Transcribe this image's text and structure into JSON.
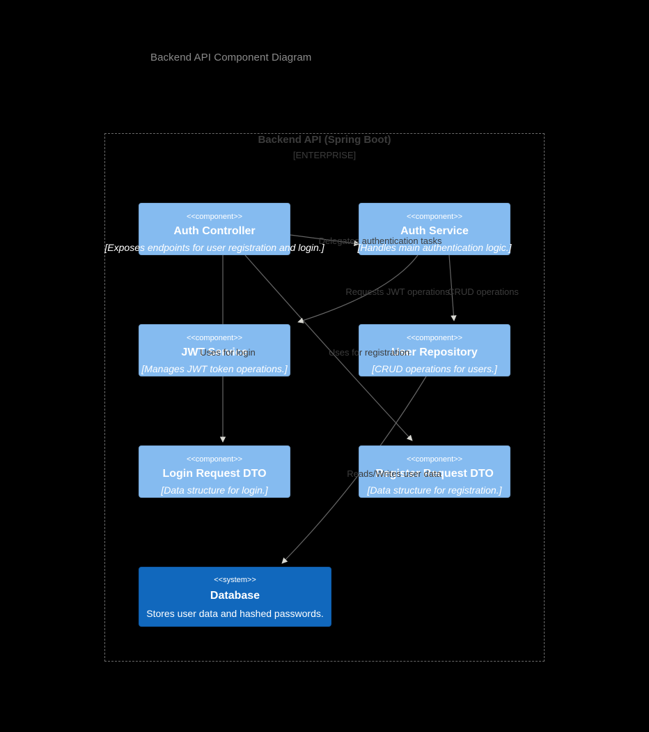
{
  "diagram": {
    "title": "Backend API Component Diagram",
    "boundary": {
      "title": "Backend API (Spring Boot)",
      "subtitle": "[ENTERPRISE]"
    },
    "colors": {
      "component_fill": "#85bbf0",
      "system_fill": "#1168bd",
      "node_text": "#ffffff",
      "edge_stroke": "#666666",
      "label_text": "#3c3c3c",
      "boundary_stroke": "#6b6b6b",
      "background": "#000000",
      "title_text": "#8a8a8a"
    },
    "nodes": [
      {
        "id": "auth-controller",
        "stereotype": "<<component>>",
        "name": "Auth Controller",
        "description": "[Exposes endpoints for user registration and login.]",
        "kind": "component"
      },
      {
        "id": "auth-service",
        "stereotype": "<<component>>",
        "name": "Auth Service",
        "description": "[Handles main authentication logic.]",
        "kind": "component"
      },
      {
        "id": "jwt-service",
        "stereotype": "<<component>>",
        "name": "JWT Service",
        "description": "[Manages JWT token operations.]",
        "kind": "component"
      },
      {
        "id": "user-repository",
        "stereotype": "<<component>>",
        "name": "User Repository",
        "description": "[CRUD operations for users.]",
        "kind": "component"
      },
      {
        "id": "login-dto",
        "stereotype": "<<component>>",
        "name": "Login Request DTO",
        "description": "[Data structure for login.]",
        "kind": "component"
      },
      {
        "id": "register-dto",
        "stereotype": "<<component>>",
        "name": "Register Request DTO",
        "description": "[Data structure for registration.]",
        "kind": "component"
      },
      {
        "id": "database",
        "stereotype": "<<system>>",
        "name": "Database",
        "description": "Stores user data and hashed passwords.",
        "kind": "system"
      }
    ],
    "edges": [
      {
        "id": "delegates",
        "from": "auth-controller",
        "to": "auth-service",
        "label": "Delegates authentication tasks"
      },
      {
        "id": "uses-login",
        "from": "auth-controller",
        "to": "login-dto",
        "label": "Uses for login"
      },
      {
        "id": "uses-reg",
        "from": "auth-controller",
        "to": "register-dto",
        "label": "Uses for registration"
      },
      {
        "id": "requests-jwt",
        "from": "auth-service",
        "to": "jwt-service",
        "label": "Requests JWT operations"
      },
      {
        "id": "crud",
        "from": "auth-service",
        "to": "user-repository",
        "label": "CRUD operations"
      },
      {
        "id": "reads-writes",
        "from": "user-repository",
        "to": "database",
        "label": "Reads/Writes user data"
      }
    ]
  }
}
